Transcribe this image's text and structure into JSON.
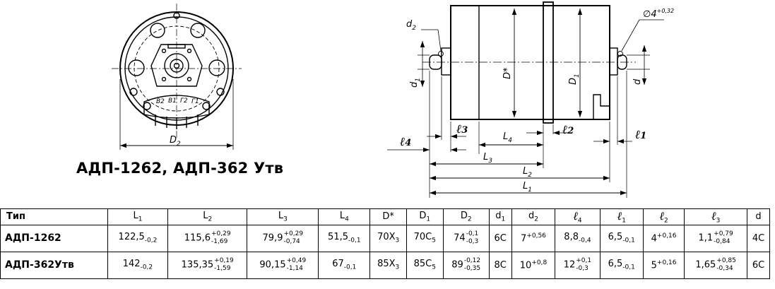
{
  "title": "АДП-1262, АДП-362 Утв",
  "drawing": {
    "front_view": {
      "terminal_labels": [
        "B2",
        "B1",
        "Г2",
        "Г1"
      ],
      "dimension": {
        "letter": "D",
        "sub": "2"
      }
    },
    "side_view": {
      "labels": {
        "d2": {
          "letter": "d",
          "sub": "2"
        },
        "d1": {
          "letter": "d",
          "sub": "1"
        },
        "d": "d",
        "D_star": "D*",
        "D1": {
          "letter": "D",
          "sub": "1"
        },
        "hole": {
          "text": "∅4",
          "sup": "+0,32"
        },
        "L1": {
          "letter": "L",
          "sub": "1"
        },
        "L2": {
          "letter": "L",
          "sub": "2"
        },
        "L3": {
          "letter": "L",
          "sub": "3"
        },
        "L4": {
          "letter": "L",
          "sub": "4"
        },
        "l1": {
          "letter": "ℓ",
          "sub": "1"
        },
        "l2": {
          "letter": "ℓ",
          "sub": "2"
        },
        "l3": {
          "letter": "ℓ",
          "sub": "3"
        },
        "l4": {
          "letter": "ℓ",
          "sub": "4"
        }
      }
    }
  },
  "table": {
    "header": [
      {
        "base": "Тип"
      },
      {
        "base": "L",
        "sub": "1"
      },
      {
        "base": "L",
        "sub": "2"
      },
      {
        "base": "L",
        "sub": "3"
      },
      {
        "base": "L",
        "sub": "4"
      },
      {
        "base": "D*"
      },
      {
        "base": "D",
        "sub": "1"
      },
      {
        "base": "D",
        "sub": "2"
      },
      {
        "base": "d",
        "sub": "1"
      },
      {
        "base": "d",
        "sub": "2"
      },
      {
        "base": "ℓ",
        "sub": "4"
      },
      {
        "base": "ℓ",
        "sub": "1"
      },
      {
        "base": "ℓ",
        "sub": "2"
      },
      {
        "base": "ℓ",
        "sub": "3"
      },
      {
        "base": "d"
      }
    ],
    "rows": [
      {
        "name": "АДП-1262",
        "cells": [
          {
            "v": "122,5",
            "lo": "-0,2"
          },
          {
            "v": "115,6",
            "hi": "+0,29",
            "lo": "-1,69"
          },
          {
            "v": "79,9",
            "hi": "+0,29",
            "lo": "-0,74"
          },
          {
            "v": "51,5",
            "lo": "-0,1"
          },
          {
            "v": "70Х",
            "lo": "3"
          },
          {
            "v": "70С",
            "lo": "5"
          },
          {
            "v": "74",
            "hi": "-0,1",
            "lo": "-0,3"
          },
          {
            "v": "6С"
          },
          {
            "v": "7",
            "hi": "+0,56"
          },
          {
            "v": "8,8",
            "lo": "-0,4"
          },
          {
            "v": "6,5",
            "lo": "-0,1"
          },
          {
            "v": "4",
            "hi": "+0,16"
          },
          {
            "v": "1,1",
            "hi": "+0,79",
            "lo": "-0,84"
          },
          {
            "v": "4С"
          }
        ]
      },
      {
        "name": "АДП-362Утв",
        "cells": [
          {
            "v": "142",
            "lo": "-0,2"
          },
          {
            "v": "135,35",
            "hi": "+0,19",
            "lo": "-1,59"
          },
          {
            "v": "90,15",
            "hi": "+0,49",
            "lo": "-1,14"
          },
          {
            "v": "67",
            "lo": "-0,1"
          },
          {
            "v": "85Х",
            "lo": "3"
          },
          {
            "v": "85С",
            "lo": "5"
          },
          {
            "v": "89",
            "hi": "-0,12",
            "lo": "-0,35"
          },
          {
            "v": "8С"
          },
          {
            "v": "10",
            "hi": "+0,8"
          },
          {
            "v": "12",
            "hi": "+0,1",
            "lo": "-0,3"
          },
          {
            "v": "6,5",
            "lo": "-0,1"
          },
          {
            "v": "5",
            "hi": "+0,16"
          },
          {
            "v": "1,65",
            "hi": "+0,85",
            "lo": "-0,34"
          },
          {
            "v": "6С"
          }
        ]
      }
    ]
  }
}
